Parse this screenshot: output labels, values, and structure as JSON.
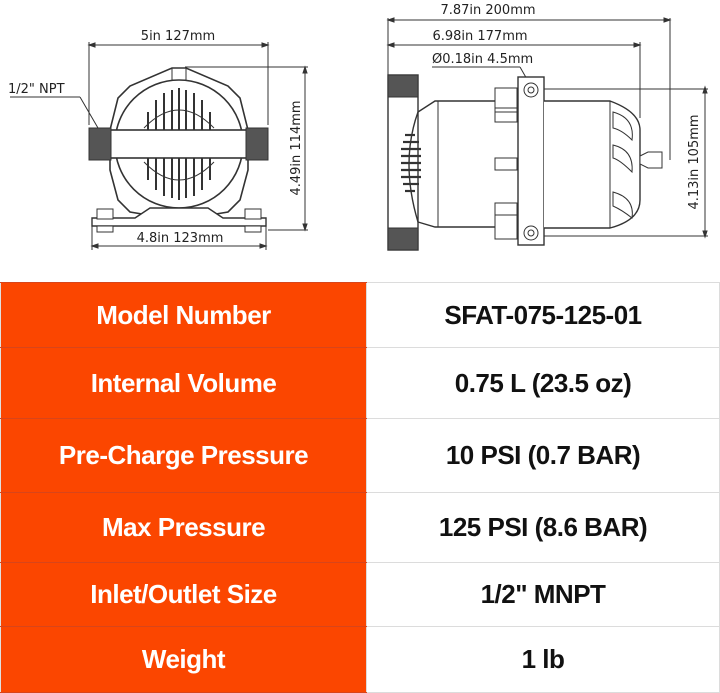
{
  "drawings": {
    "front_view": {
      "width_top": "5in 127mm",
      "width_base": "4.8in 123mm",
      "height": "4.49in 114mm",
      "port_label": "1/2\" NPT"
    },
    "side_view": {
      "overall_length": "7.87in 200mm",
      "body_length": "6.98in 177mm",
      "hole_diameter": "Ø0.18in 4.5mm",
      "height": "4.13in 105mm"
    }
  },
  "colors": {
    "label_bg": "#fb4600",
    "label_text": "#ffffff",
    "value_text": "#111111",
    "line": "#333333"
  },
  "specs": {
    "rows": [
      {
        "label": "Model Number",
        "value": "SFAT-075-125-01"
      },
      {
        "label": "Internal Volume",
        "value": "0.75 L (23.5 oz)"
      },
      {
        "label": "Pre-Charge Pressure",
        "value": "10 PSI (0.7 BAR)"
      },
      {
        "label": "Max Pressure",
        "value": "125 PSI (8.6 BAR)"
      },
      {
        "label": "Inlet/Outlet Size",
        "value": "1/2\" MNPT"
      },
      {
        "label": "Weight",
        "value": "1 lb"
      }
    ]
  }
}
